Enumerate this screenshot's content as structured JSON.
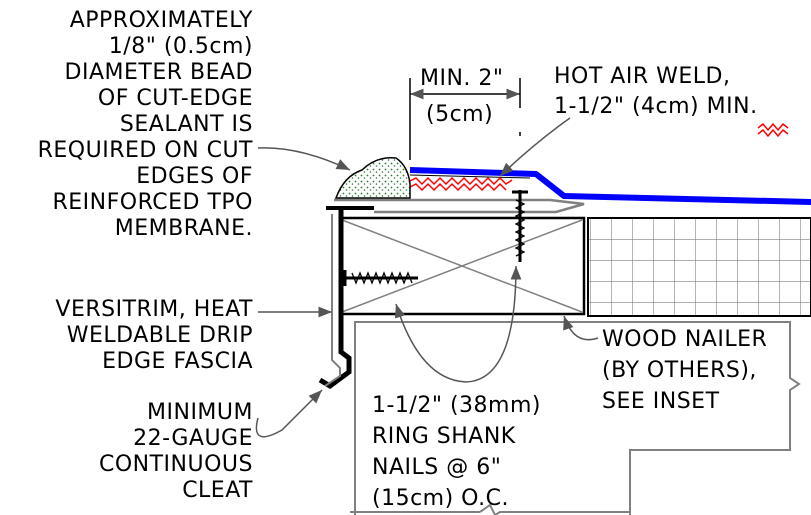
{
  "notes": {
    "sealant": {
      "lines": [
        "APPROXIMATELY",
        "1/8\" (0.5cm)",
        "DIAMETER BEAD",
        "OF CUT-EDGE",
        "SEALANT IS",
        "REQUIRED ON CUT",
        "EDGES OF",
        "REINFORCED TPO",
        "MEMBRANE."
      ]
    },
    "fascia": {
      "lines": [
        "VERSITRIM, HEAT",
        "WELDABLE DRIP",
        "EDGE FASCIA"
      ]
    },
    "cleat": {
      "lines": [
        "MINIMUM",
        "22-GAUGE",
        "CONTINUOUS",
        "CLEAT"
      ]
    },
    "min_width": {
      "lines": [
        "MIN. 2\"",
        "(5cm)"
      ]
    },
    "weld": {
      "lines": [
        "HOT AIR WELD,",
        "1-1/2\" (4cm) MIN."
      ]
    },
    "nailer": {
      "lines": [
        "WOOD NAILER",
        "(BY OTHERS),",
        "SEE INSET"
      ]
    },
    "nails": {
      "lines": [
        "1-1/2\" (38mm)",
        "RING SHANK",
        "NAILS @ 6\"",
        "(15cm) O.C."
      ]
    }
  },
  "colors": {
    "membrane": "#0000ff",
    "weld": "#ff0000",
    "sealant": "#2e8b2e",
    "line": "#000000",
    "grey": "#808080"
  }
}
